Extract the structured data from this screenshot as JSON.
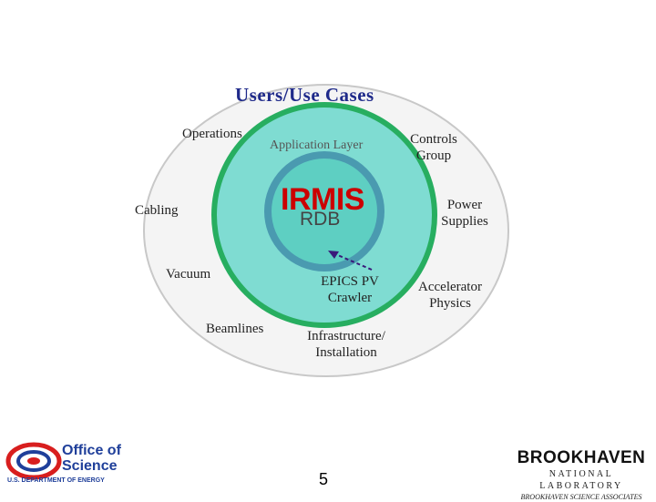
{
  "diagram": {
    "title": "Users/Use Cases",
    "outer_labels": {
      "operations": "Operations",
      "cabling": "Cabling",
      "vacuum": "Vacuum",
      "beamlines": "Beamlines",
      "infrastructure_line1": "Infrastructure/",
      "infrastructure_line2": "Installation",
      "controls_line1": "Controls",
      "controls_line2": "Group",
      "power_line1": "Power",
      "power_line2": "Supplies",
      "accelerator_line1": "Accelerator",
      "accelerator_line2": "Physics"
    },
    "application_layer": "Application Layer",
    "core_title": "IRMIS",
    "core_subtitle": "RDB",
    "crawler_line1": "EPICS PV",
    "crawler_line2": "Crawler",
    "colors": {
      "outer_fill": "#f4f4f4",
      "ring_fill": "#27ae60",
      "inner_fill": "#7fdcd2",
      "core_fill": "#5ecfc2",
      "core_ring": "#4a9ab0",
      "title": "#1f2a8a",
      "irmis": "#cc0000"
    }
  },
  "footer": {
    "page_number": "5",
    "doe_logo": {
      "line1": "Office of",
      "line2": "Science",
      "line3": "U.S. DEPARTMENT OF ENERGY"
    },
    "bnl_logo": {
      "name": "BROOKHAVEN",
      "sub": "NATIONAL LABORATORY",
      "assoc": "BROOKHAVEN SCIENCE ASSOCIATES"
    }
  }
}
